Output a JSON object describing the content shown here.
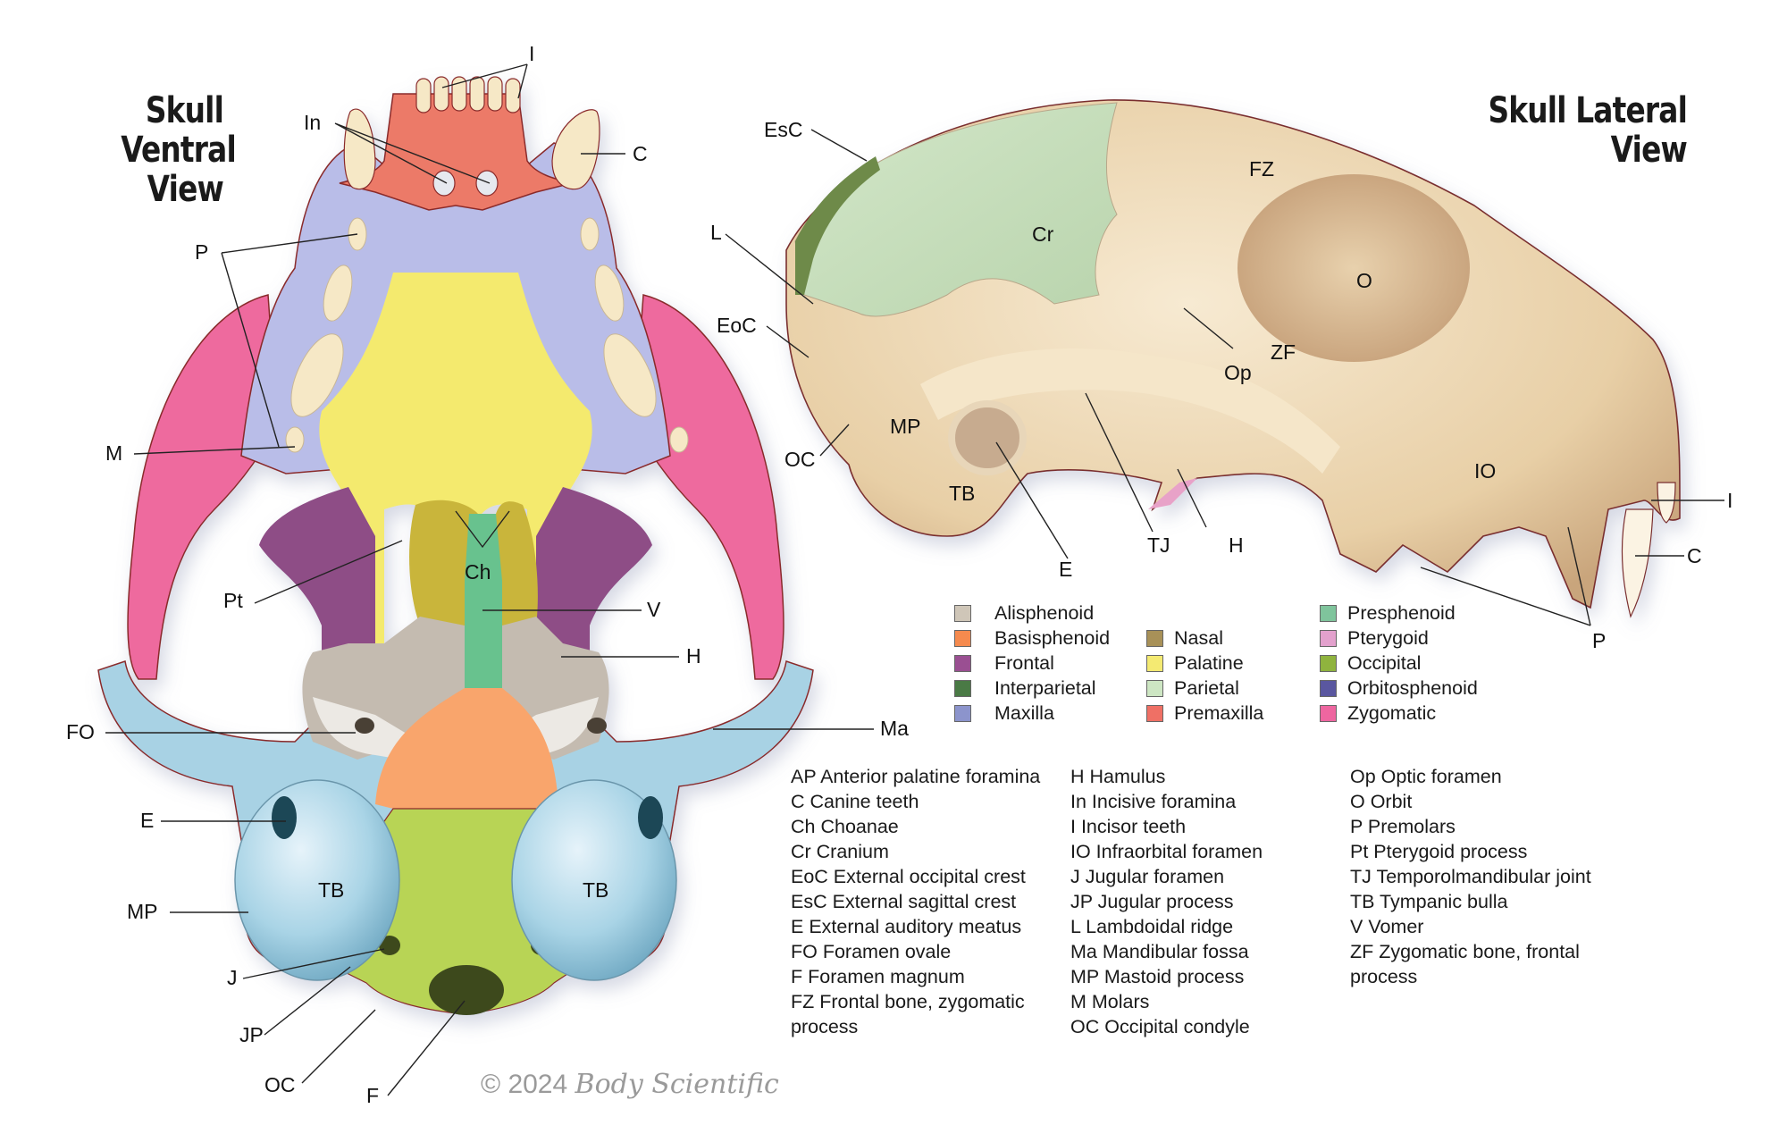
{
  "titles": {
    "ventral": [
      "Skull",
      "Ventral",
      "View"
    ],
    "lateral": [
      "Skull Lateral",
      "View"
    ]
  },
  "ventral_labels": {
    "I": "I",
    "In": "In",
    "C": "C",
    "P": "P",
    "M": "M",
    "Pt": "Pt",
    "Ch": "Ch",
    "V": "V",
    "H": "H",
    "FO": "FO",
    "Ma": "Ma",
    "E": "E",
    "TB_left": "TB",
    "TB_right": "TB",
    "MP": "MP",
    "J": "J",
    "JP": "JP",
    "OC": "OC",
    "F": "F"
  },
  "lateral_labels": {
    "EsC": "EsC",
    "L": "L",
    "EoC": "EoC",
    "OC": "OC",
    "MP": "MP",
    "TB": "TB",
    "E": "E",
    "TJ": "TJ",
    "H": "H",
    "FZ": "FZ",
    "Cr": "Cr",
    "O": "O",
    "ZF": "ZF",
    "Op": "Op",
    "IO": "IO",
    "I": "I",
    "C": "C",
    "P": "P"
  },
  "legend": [
    [
      {
        "label": "Alisphenoid",
        "color": "#cfc6b8"
      },
      {
        "label": "Basisphenoid",
        "color": "#f58a4e"
      },
      {
        "label": "Frontal",
        "color": "#9a4f92"
      },
      {
        "label": "Interparietal",
        "color": "#4a7a45"
      },
      {
        "label": "Maxilla",
        "color": "#8c94cc"
      }
    ],
    [
      {
        "label": "Nasal",
        "color": "#a89158"
      },
      {
        "label": "Palatine",
        "color": "#f4ea72"
      },
      {
        "label": "Parietal",
        "color": "#cde6c3"
      },
      {
        "label": "Premaxilla",
        "color": "#ef7065"
      }
    ],
    [
      {
        "label": "Presphenoid",
        "color": "#7fc49c"
      },
      {
        "label": "Pterygoid",
        "color": "#e3a1cd"
      },
      {
        "label": "Occipital",
        "color": "#8fb33e"
      },
      {
        "label": "Orbitosphenoid",
        "color": "#5a57a0"
      },
      {
        "label": "Zygomatic",
        "color": "#ee66a0"
      }
    ]
  ],
  "abbreviations": [
    [
      "AP Anterior palatine foramina",
      "C Canine teeth",
      "Ch Choanae",
      "Cr Cranium",
      "EoC External occipital crest",
      "EsC External sagittal crest",
      "E External auditory meatus",
      "FO Foramen ovale",
      "F Foramen magnum",
      "FZ Frontal bone, zygomatic process"
    ],
    [
      "H Hamulus",
      "In Incisive foramina",
      "I Incisor teeth",
      "IO Infraorbital foramen",
      "J Jugular foramen",
      "JP Jugular process",
      "L Lambdoidal ridge",
      "Ma Mandibular fossa",
      "MP Mastoid process",
      "M Molars",
      "OC Occipital condyle"
    ],
    [
      "Op Optic foramen",
      "O Orbit",
      "P Premolars",
      "Pt Pterygoid process",
      "TJ Temporolmandibular joint",
      "TB Tympanic bulla",
      "V Vomer",
      "ZF Zygomatic bone, frontal process"
    ]
  ],
  "copyright": {
    "prefix": "© 2024",
    "brand": "Body Scientific"
  }
}
